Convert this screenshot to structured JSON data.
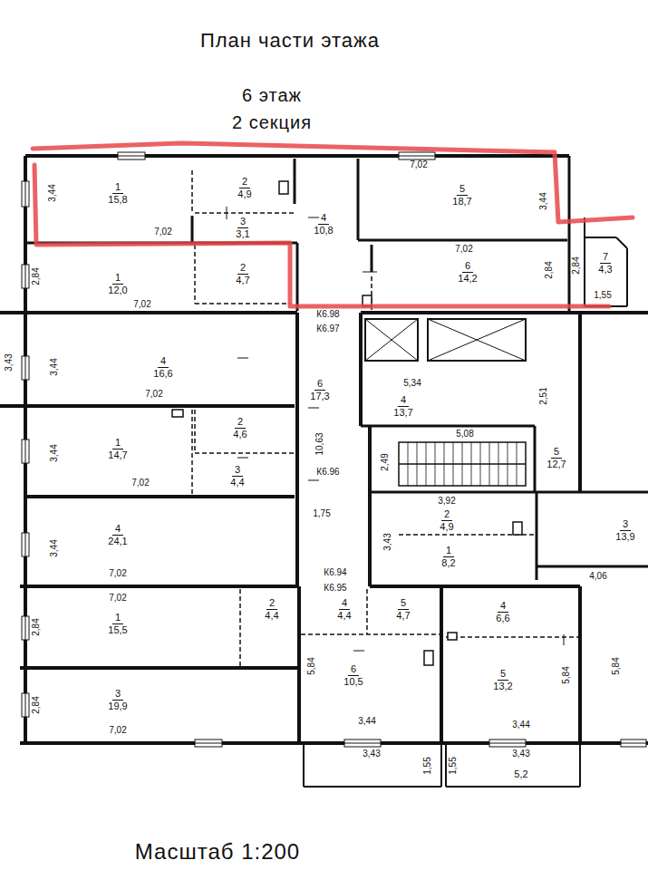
{
  "diagram": {
    "title": "План части этажа",
    "caption": "Масштаб 1:200",
    "nodes": [
      {
        "text": [
          "1",
          "15,8"
        ]
      },
      {
        "text": [
          "2",
          "4,9"
        ]
      },
      {
        "text": [
          "3",
          "3,1"
        ]
      },
      {
        "text": [
          "4",
          "10,8"
        ]
      },
      {
        "text": [
          "5",
          "18,7"
        ]
      },
      {
        "text": [
          "6",
          "14,2"
        ]
      },
      {
        "text": [
          "7",
          "4,3"
        ]
      },
      {
        "text": [
          "1",
          "12,0"
        ]
      },
      {
        "text": [
          "2",
          "4,7"
        ]
      },
      {
        "text": [
          "4",
          "16,6"
        ]
      },
      {
        "text": [
          "6",
          "17,3"
        ]
      },
      {
        "text": [
          "4",
          "13,7"
        ]
      },
      {
        "text": [
          "5",
          "12,7"
        ]
      },
      {
        "text": [
          "1",
          "14,7"
        ]
      },
      {
        "text": [
          "2",
          "4,6"
        ]
      },
      {
        "text": [
          "3",
          "4,4"
        ]
      },
      {
        "text": [
          "4",
          "24,1"
        ]
      },
      {
        "text": [
          "2",
          "4,9"
        ]
      },
      {
        "text": [
          "1",
          "8,2"
        ]
      },
      {
        "text": [
          "3",
          "13,9"
        ]
      },
      {
        "text": [
          "1",
          "15,5"
        ]
      },
      {
        "text": [
          "2",
          "4,4"
        ]
      },
      {
        "text": [
          "3",
          "19,9"
        ]
      },
      {
        "text": [
          "4",
          "4,4"
        ]
      },
      {
        "text": [
          "5",
          "4,7"
        ]
      },
      {
        "text": [
          "6",
          "10,5"
        ]
      },
      {
        "text": [
          "4",
          "6,6"
        ]
      },
      {
        "text": [
          "5",
          "13,2"
        ]
      },
      {
        "text": [
          "5,2"
        ]
      }
    ],
    "labels": [
      "6 этаж",
      "2 секция",
      "3,44",
      "7,02",
      "7,02",
      "3,44",
      "7,02",
      "2,84",
      "2,84",
      "1,55",
      "2,84",
      "7,02",
      "К6.98",
      "К6.97",
      "3,43",
      "3,44",
      "7,02",
      "5,34",
      "2,51",
      "10,63",
      "5,08",
      "2,49",
      "3,44",
      "7,02",
      "К6.96",
      "1,75",
      "3,92",
      "3,43",
      "3,44",
      "7,02",
      "4,06",
      "К6.94",
      "К6.95",
      "7,02",
      "2,84",
      "2,84",
      "7,02",
      "5,84",
      "3,44",
      "3,43",
      "1,55",
      "5,84",
      "3,44",
      "3,43",
      "1,55",
      "5,84"
    ]
  }
}
